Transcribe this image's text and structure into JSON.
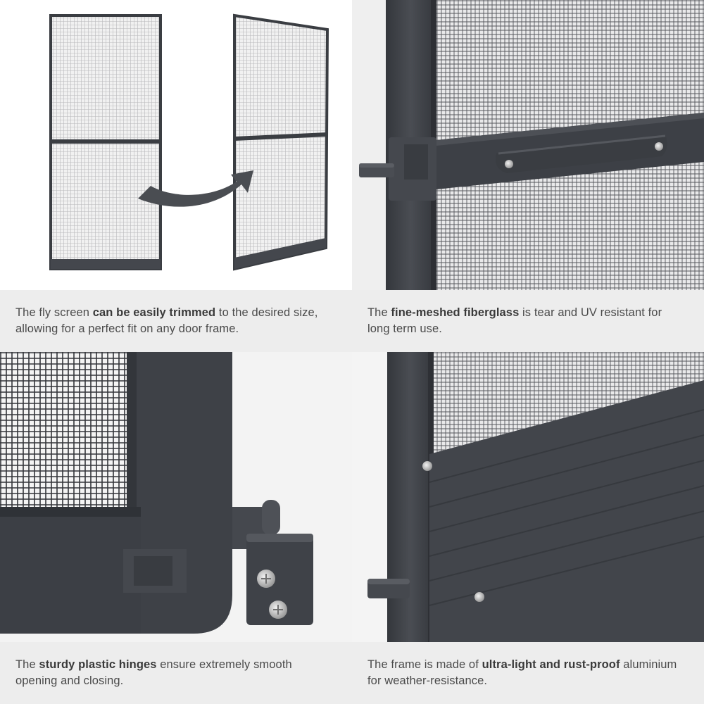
{
  "captions": {
    "trim": {
      "before": "The fly screen ",
      "bold": "can be easily trimmed",
      "after": " to the desired size, allowing for a perfect fit on any door frame."
    },
    "mesh": {
      "before": "The ",
      "bold": "fine-meshed fiberglass",
      "after": " is tear and UV resistant for long term use."
    },
    "hinges": {
      "before": "The ",
      "bold": "sturdy plastic hinges",
      "after": " ensure extremely smooth opening and closing."
    },
    "frame": {
      "before": "The frame is made of ",
      "bold": "ultra-light and rust-proof",
      "after": " aluminium for weather-resistance."
    }
  },
  "colors": {
    "frame": "#3f4248",
    "frame_dark": "#2f3237",
    "mesh": "#eeeeee",
    "caption_band": "#ededed",
    "text": "#4a4a4a"
  },
  "icons": [
    "trim-arrow-icon",
    "screw-icon",
    "handle-icon",
    "hinge-icon"
  ]
}
